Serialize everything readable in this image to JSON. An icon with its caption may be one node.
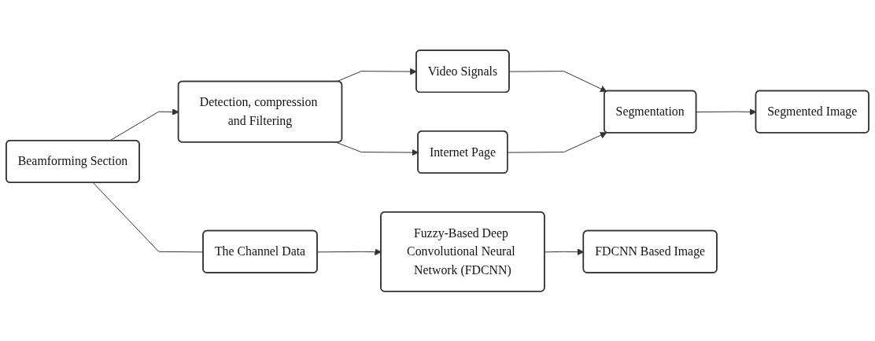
{
  "diagram": {
    "nodes": [
      {
        "text": [
          "Beamforming Section"
        ]
      },
      {
        "text": [
          "Detection, compression and Filtering"
        ]
      },
      {
        "text": [
          "Video Signals"
        ]
      },
      {
        "text": [
          "Internet Page"
        ]
      },
      {
        "text": [
          "Segmentation"
        ]
      },
      {
        "text": [
          "Segmented Image"
        ]
      },
      {
        "text": [
          "The Channel Data"
        ]
      },
      {
        "text": [
          "Fuzzy-Based Deep Convolutional Neural Network (FDCNN)"
        ]
      },
      {
        "text": [
          "FDCNN Based Image"
        ]
      }
    ],
    "edges": [
      {
        "from": 0,
        "to": 1,
        "arrow": "to"
      },
      {
        "from": 1,
        "to": 2,
        "arrow": "to"
      },
      {
        "from": 1,
        "to": 3,
        "arrow": "to"
      },
      {
        "from": 2,
        "to": 4,
        "arrow": "to"
      },
      {
        "from": 3,
        "to": 4,
        "arrow": "to"
      },
      {
        "from": 4,
        "to": 5,
        "arrow": "to"
      },
      {
        "from": 0,
        "to": 6,
        "arrow": "none"
      },
      {
        "from": 6,
        "to": 7,
        "arrow": "to"
      },
      {
        "from": 7,
        "to": 8,
        "arrow": "to"
      }
    ]
  }
}
